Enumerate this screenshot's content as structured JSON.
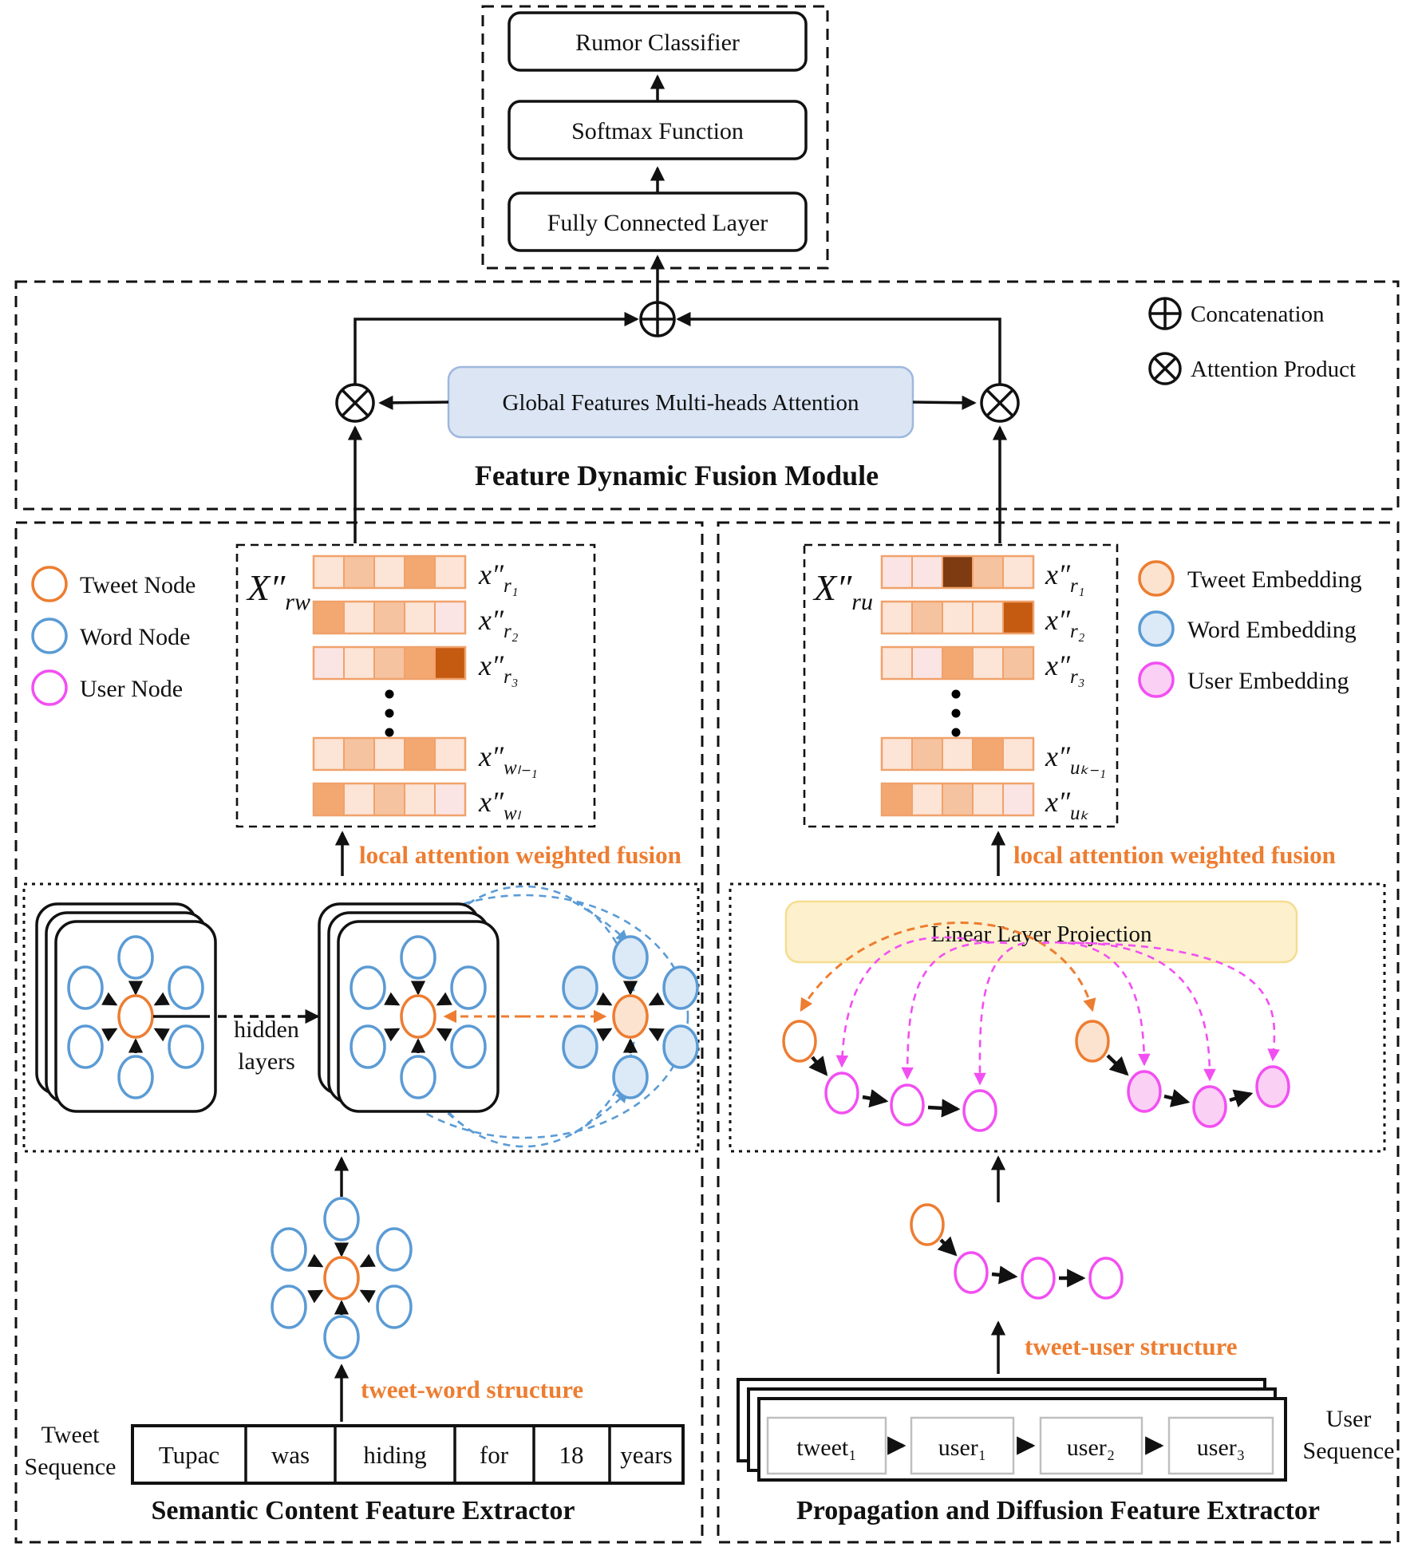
{
  "colors": {
    "tweet_node": "#ed7d31",
    "word_node": "#5b9bd5",
    "user_node": "#f24ff2",
    "tweet_fill": "#fbe3d0",
    "word_fill": "#dce9f6",
    "user_fill": "#fbd0f5",
    "attention_box_fill": "#dbe5f4",
    "projection_box_fill": "#fdf0cd",
    "accent_text": "#ed7d31",
    "heat_light": "#fce4d6",
    "heat_pink": "#fbe5e4",
    "heat_medlight": "#f6c3a0",
    "heat_medium": "#f3a872",
    "heat_dark": "#c55a11",
    "heat_darkest": "#7e3a10"
  },
  "head": {
    "boxes": [
      "Rumor Classifier",
      "Softmax Function",
      "Fully Connected Layer"
    ]
  },
  "fusion": {
    "title": "Feature Dynamic Fusion Module",
    "attention_box": "Global Features Multi-heads Attention",
    "legend_concat": "Concatenation",
    "legend_product": "Attention Product"
  },
  "left": {
    "legend": [
      "Tweet Node",
      "Word Node",
      "User Node"
    ],
    "matrix": {
      "base": "X″",
      "sub": "rw",
      "rows": [
        {
          "base": "x″",
          "sub": "r₁",
          "cells": [
            "#fce4d6",
            "#f6c3a0",
            "#fce4d6",
            "#f3a872",
            "#fce4d6"
          ]
        },
        {
          "base": "x″",
          "sub": "r₂",
          "cells": [
            "#f3a872",
            "#fce4d6",
            "#f6c3a0",
            "#fce4d6",
            "#fbe5e4"
          ]
        },
        {
          "base": "x″",
          "sub": "r₃",
          "cells": [
            "#fbe5e4",
            "#fce4d6",
            "#f6c3a0",
            "#f3a872",
            "#c55a11"
          ]
        },
        {
          "base": "x″",
          "sub": "wₗ₋₁",
          "cells": [
            "#fce4d6",
            "#f6c3a0",
            "#fce4d6",
            "#f3a872",
            "#fce4d6"
          ]
        },
        {
          "base": "x″",
          "sub": "wₗ",
          "cells": [
            "#f3a872",
            "#fce4d6",
            "#f6c3a0",
            "#fce4d6",
            "#fbe5e4"
          ]
        }
      ]
    },
    "fusion_label": "local attention weighted fusion",
    "hidden_line1": "hidden",
    "hidden_line2": "layers",
    "structure_label": "tweet-word structure",
    "seq_label_line1": "Tweet",
    "seq_label_line2": "Sequence",
    "words": [
      "Tupac",
      "was",
      "hiding",
      "for",
      "18",
      "years"
    ],
    "title": "Semantic Content Feature Extractor"
  },
  "right": {
    "legend": [
      "Tweet Embedding",
      "Word Embedding",
      "User Embedding"
    ],
    "matrix": {
      "base": "X″",
      "sub": "ru",
      "rows": [
        {
          "base": "x″",
          "sub": "r₁",
          "cells": [
            "#fbe5e4",
            "#fbe5e4",
            "#7e3a10",
            "#f6c3a0",
            "#fce4d6"
          ]
        },
        {
          "base": "x″",
          "sub": "r₂",
          "cells": [
            "#fce4d6",
            "#f6c3a0",
            "#fce4d6",
            "#fce4d6",
            "#c55a11"
          ]
        },
        {
          "base": "x″",
          "sub": "r₃",
          "cells": [
            "#fce4d6",
            "#fbe5e4",
            "#f3a872",
            "#fce4d6",
            "#f6c3a0"
          ]
        },
        {
          "base": "x″",
          "sub": "uₖ₋₁",
          "cells": [
            "#fce4d6",
            "#f6c3a0",
            "#fce4d6",
            "#f3a872",
            "#fce4d6"
          ]
        },
        {
          "base": "x″",
          "sub": "uₖ",
          "cells": [
            "#f3a872",
            "#fce4d6",
            "#f6c3a0",
            "#fce4d6",
            "#fbe5e4"
          ]
        }
      ]
    },
    "fusion_label": "local attention weighted fusion",
    "projection_box": "Linear Layer Projection",
    "structure_label": "tweet-user structure",
    "seq_label_line1": "User",
    "seq_label_line2": "Sequence",
    "sequence": [
      "tweet₁",
      "user₁",
      "user₂",
      "user₃"
    ],
    "title": "Propagation and Diffusion Feature Extractor"
  }
}
